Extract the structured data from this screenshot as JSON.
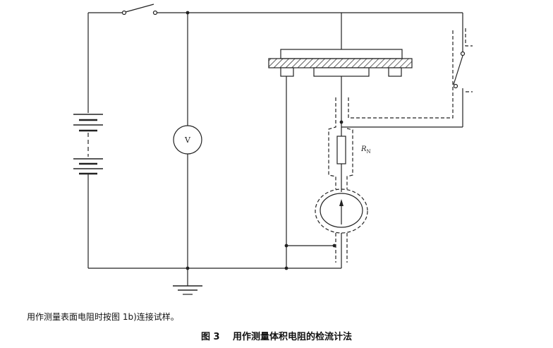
{
  "labels": {
    "voltmeter": "V",
    "resistor_symbol": "R",
    "resistor_subscript": "N"
  },
  "note": "用作测量表面电阻时按图 1b)连接试样。",
  "caption": {
    "number": "图 3",
    "title": "用作测量体积电阻的检流计法"
  }
}
